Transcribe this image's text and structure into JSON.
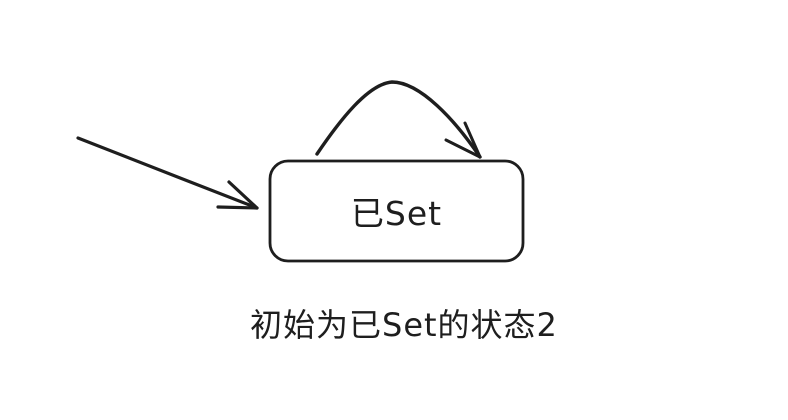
{
  "diagram": {
    "type": "state-diagram",
    "style": "hand-drawn",
    "stroke_color": "#1e1e1e",
    "background_color": "#ffffff",
    "states": [
      {
        "id": "set",
        "label": "已Set"
      }
    ],
    "transitions": [
      {
        "name": "initial-transition",
        "from": "start",
        "to": "set",
        "label": ""
      },
      {
        "name": "self-loop",
        "from": "set",
        "to": "set",
        "label": ""
      }
    ],
    "caption": "初始为已Set的状态2"
  }
}
